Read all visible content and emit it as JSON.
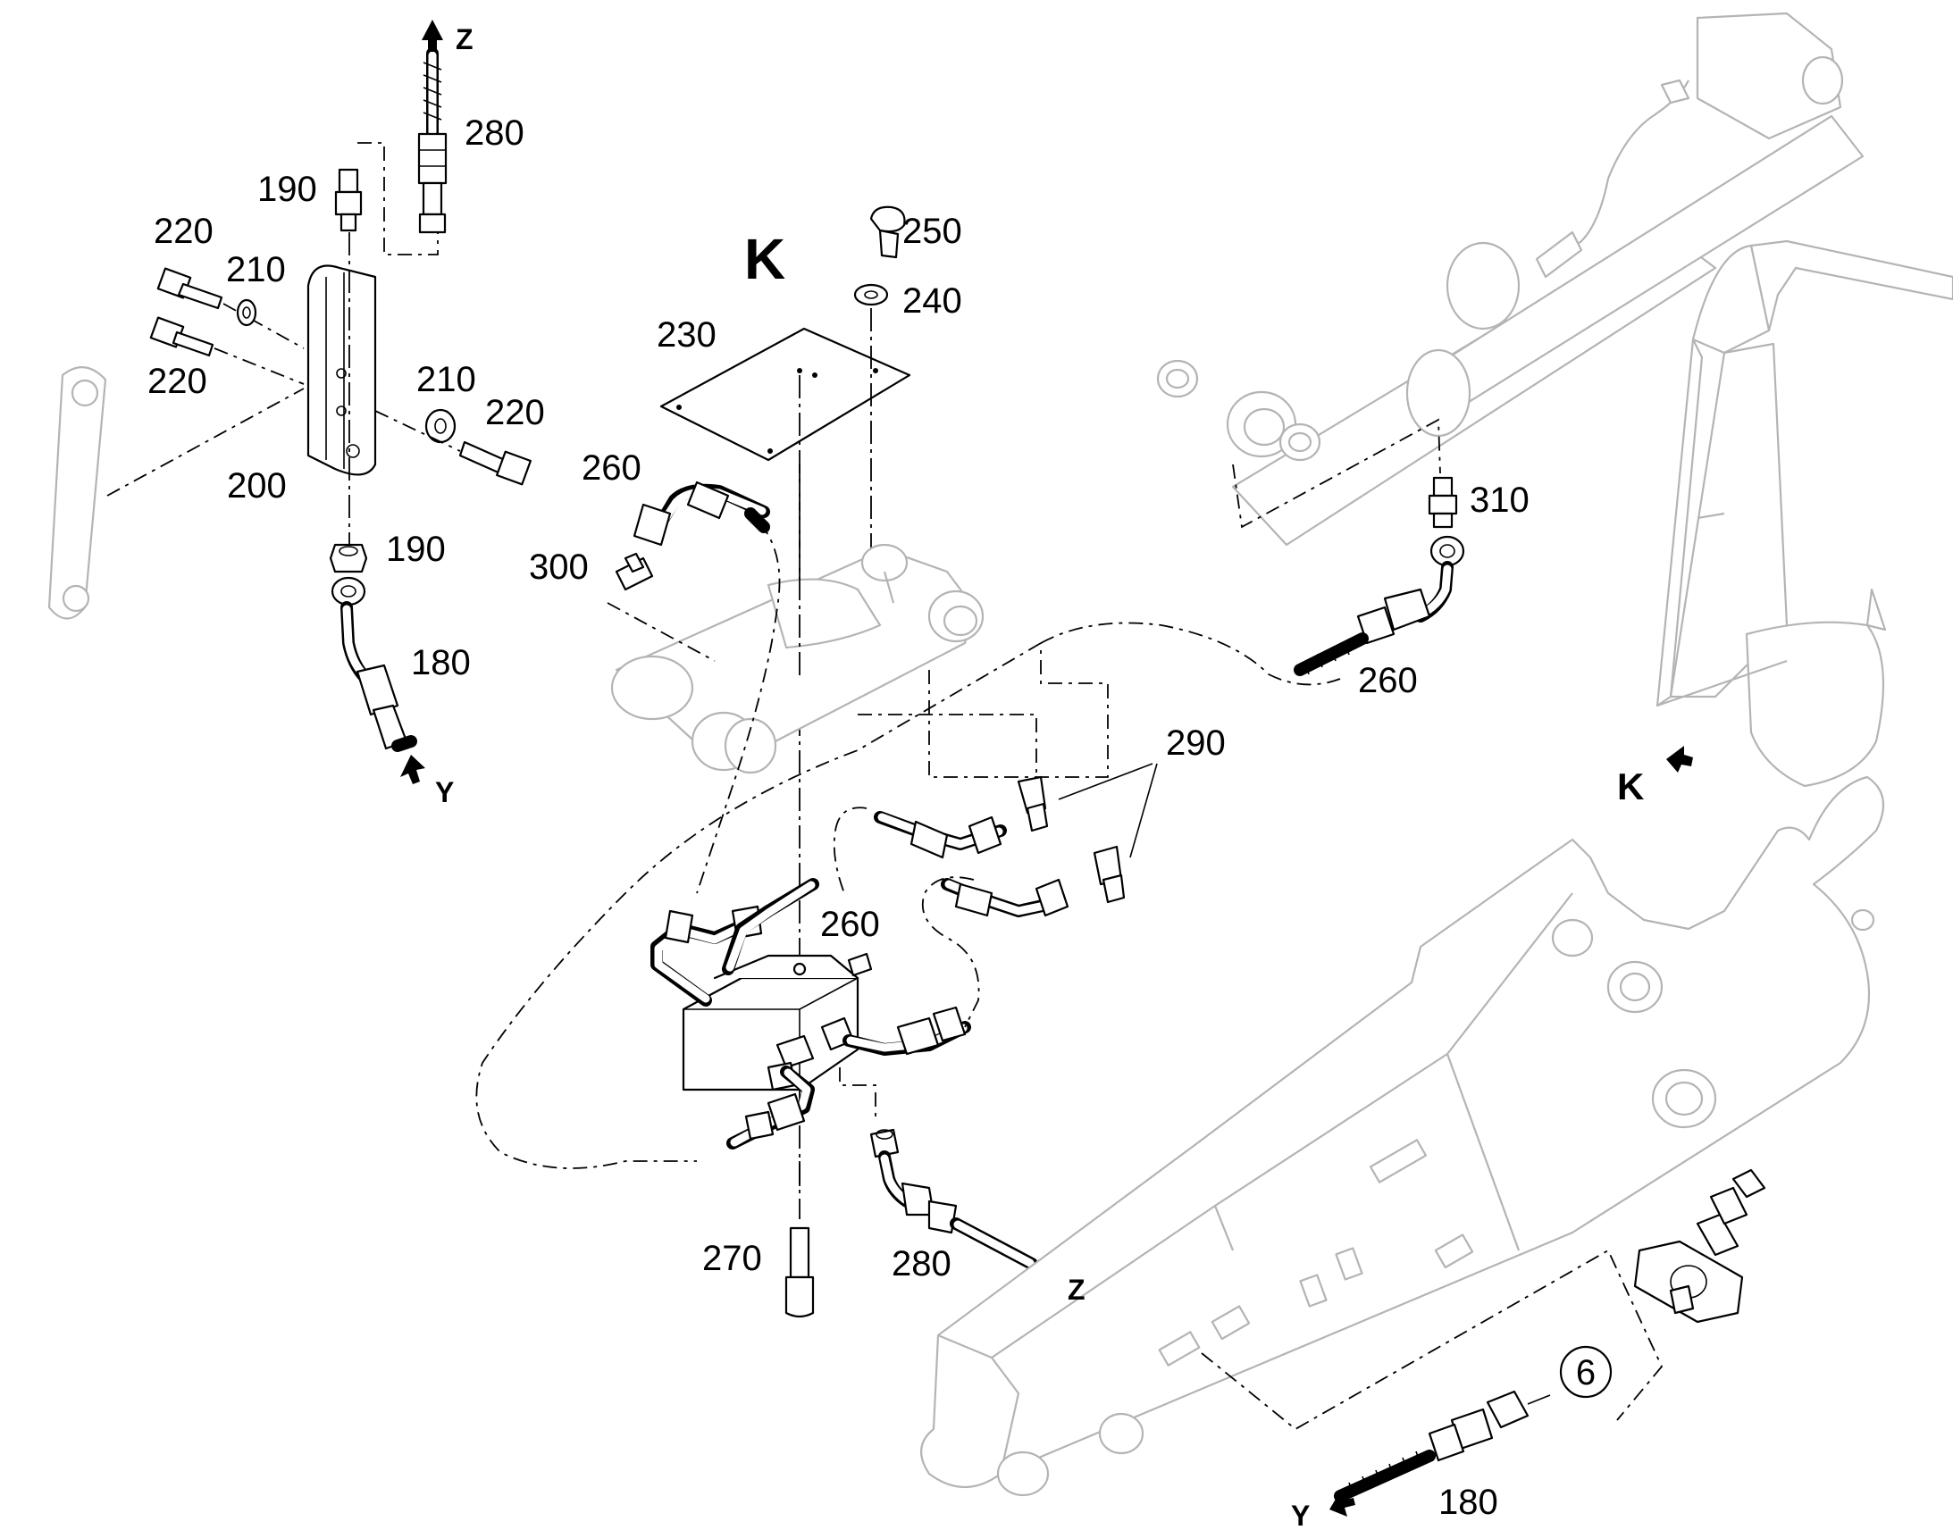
{
  "diagram": {
    "view_letter": "K",
    "detail_marker": "K",
    "part_numbers": {
      "p280_top": "280",
      "p190_top": "190",
      "p220_a": "220",
      "p210_a": "210",
      "p220_b": "220",
      "p210_b": "210",
      "p220_c": "220",
      "p200": "200",
      "p190_bottom": "190",
      "p180_left": "180",
      "p250": "250",
      "p240": "240",
      "p230": "230",
      "p260_left": "260",
      "p300": "300",
      "p310": "310",
      "p260_right": "260",
      "p290": "290",
      "p260_center": "260",
      "p270": "270",
      "p280_bottom": "280",
      "p180_bottom": "180"
    },
    "connection_markers": {
      "z_top": "Z",
      "y_left": "Y",
      "z_bottom": "Z",
      "y_bottom": "Y"
    },
    "circled_reference": "6"
  }
}
